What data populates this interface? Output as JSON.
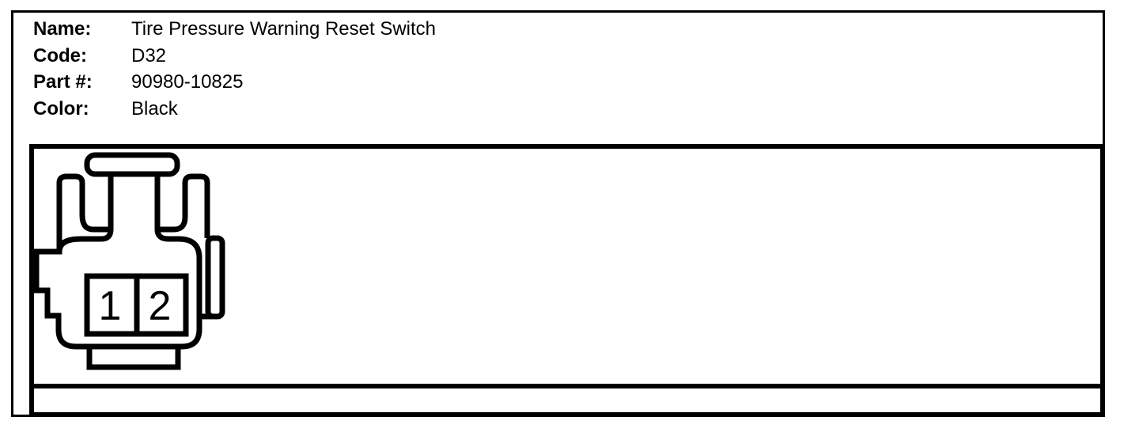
{
  "header": {
    "fields": [
      {
        "label": "Name:",
        "value": "Tire Pressure Warning Reset Switch"
      },
      {
        "label": "Code:",
        "value": "D32"
      },
      {
        "label": "Part #:",
        "value": "90980-10825"
      },
      {
        "label": "Color:",
        "value": "Black"
      }
    ]
  },
  "connector": {
    "type": "2-pin connector face view",
    "pins": [
      "1",
      "2"
    ]
  },
  "colors": {
    "line": "#000000",
    "background": "#ffffff"
  }
}
